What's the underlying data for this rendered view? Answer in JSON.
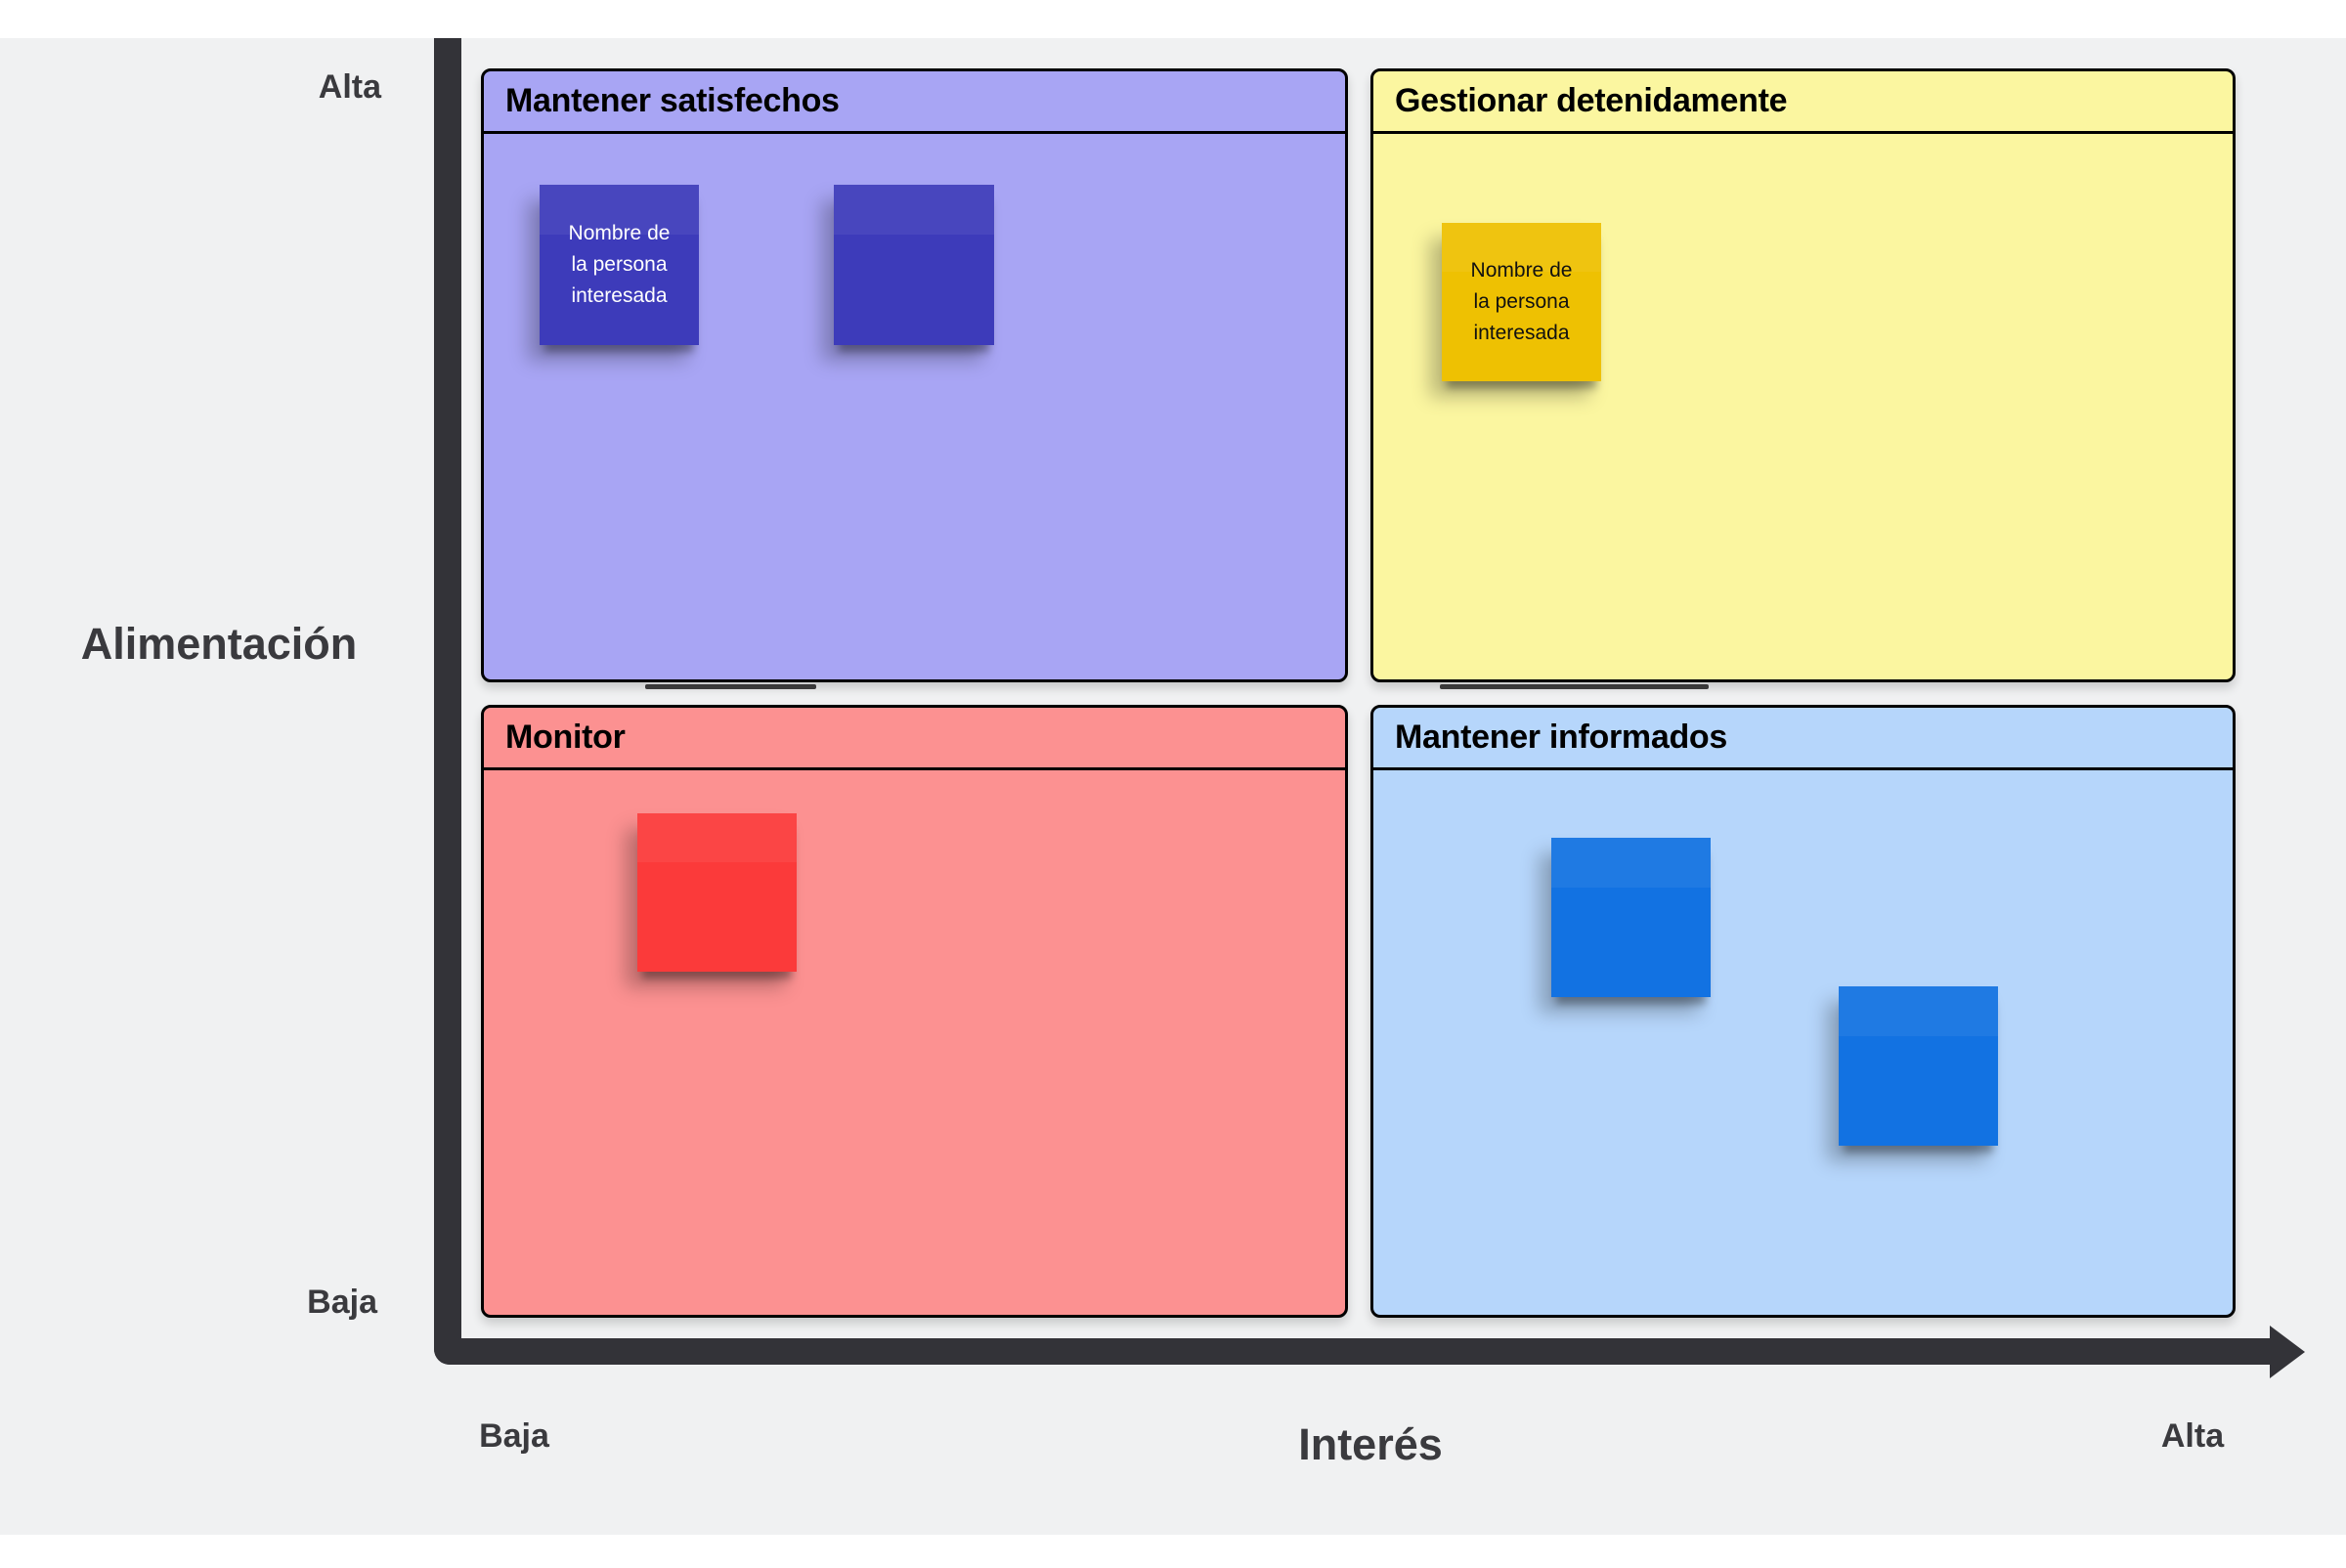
{
  "matrix": {
    "colors": {
      "page_background": "#ffffff",
      "canvas_background": "#f0f1f2",
      "axis": "#333338",
      "label_text": "#3a3a3e",
      "quadrant_border": "#000000"
    },
    "y_axis": {
      "label": "Alimentación",
      "high_label": "Alta",
      "low_label": "Baja"
    },
    "x_axis": {
      "label": "Interés",
      "low_label": "Baja",
      "high_label": "Alta"
    },
    "quadrants": {
      "top_left": {
        "title": "Mantener satisfechos",
        "bg": "#a8a5f4",
        "notes": [
          {
            "text": "Nombre de\nla persona\ninteresada",
            "color": "#3d3bba",
            "text_color": "#ffffff"
          },
          {
            "text": "",
            "color": "#3d3bba",
            "text_color": "#ffffff"
          }
        ]
      },
      "top_right": {
        "title": "Gestionar detenidamente",
        "bg": "#fbf6a0",
        "notes": [
          {
            "text": "Nombre de\nla persona\ninteresada",
            "color": "#eec102",
            "text_color": "#111111"
          }
        ]
      },
      "bottom_left": {
        "title": "Monitor",
        "bg": "#fc9191",
        "notes": [
          {
            "text": "",
            "color": "#fb3a3a",
            "text_color": "#ffffff"
          }
        ]
      },
      "bottom_right": {
        "title": "Mantener informados",
        "bg": "#b6d6fb",
        "notes": [
          {
            "text": "",
            "color": "#1272e2",
            "text_color": "#ffffff"
          },
          {
            "text": "",
            "color": "#1272e2",
            "text_color": "#ffffff"
          }
        ]
      }
    }
  }
}
